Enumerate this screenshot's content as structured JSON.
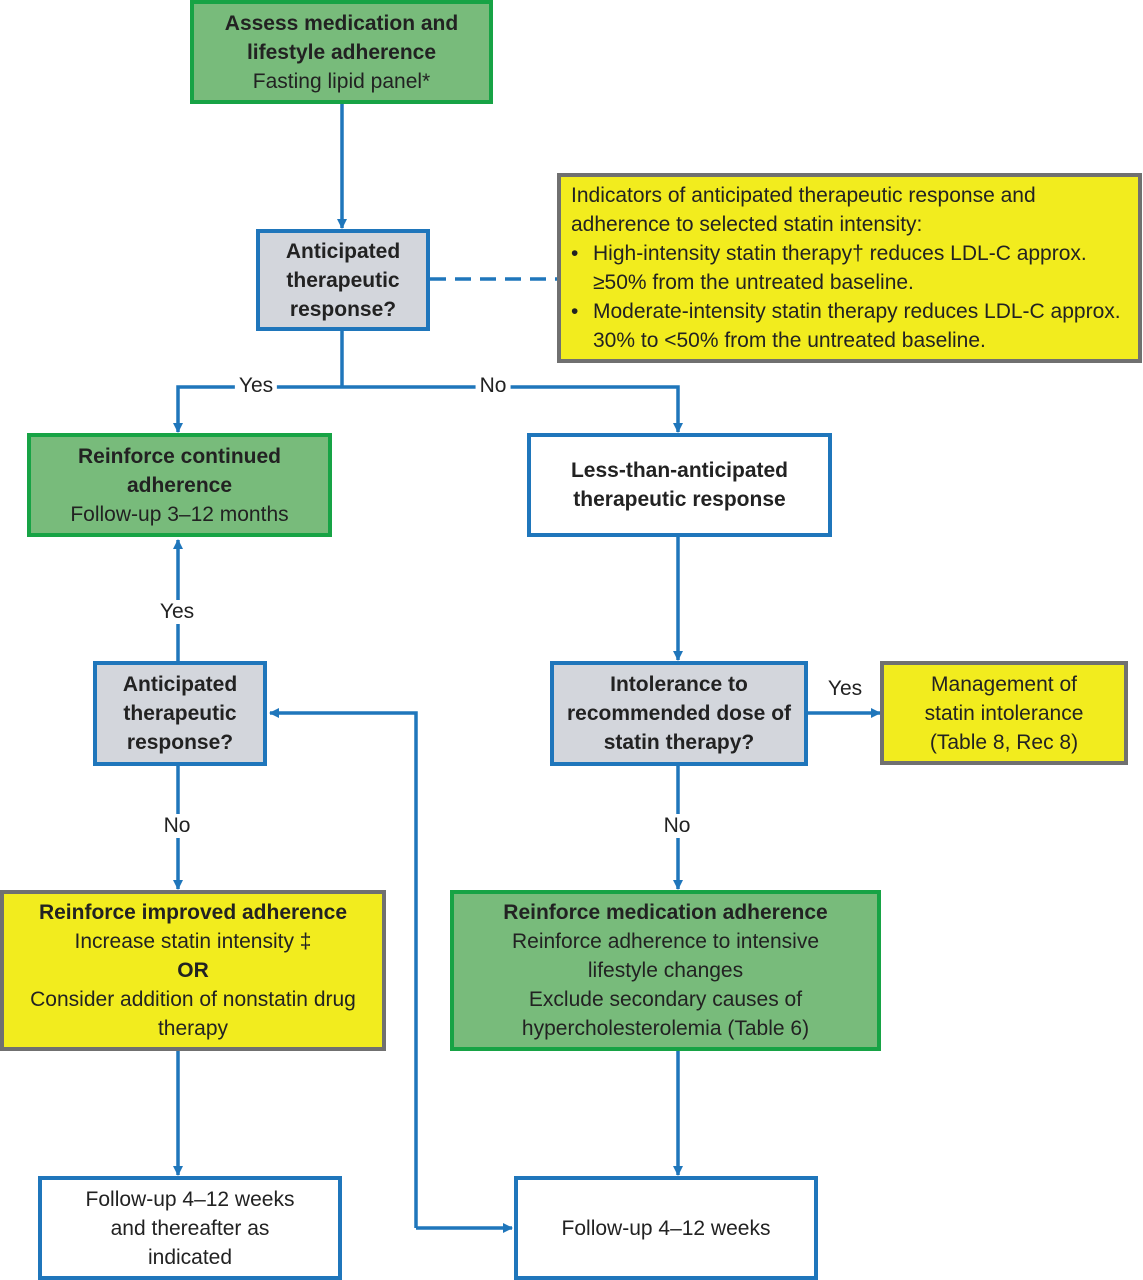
{
  "colors": {
    "arrow": "#1f76bb",
    "green_fill": "#78bb7b",
    "green_border": "#17a345",
    "yellow_fill": "#f2ec1e",
    "gray_fill": "#d3d6dc",
    "gray_border": "#707070"
  },
  "nodes": {
    "assess": {
      "title": "Assess medication and lifestyle adherence",
      "sub": "Fasting lipid panel*"
    },
    "anticipated_top": {
      "title": "Anticipated therapeutic response?"
    },
    "indicators": {
      "intro": "Indicators of anticipated therapeutic response and adherence to selected statin intensity:",
      "bullets": [
        "High-intensity statin therapy† reduces LDL-C approx. ≥50% from the untreated baseline.",
        "Moderate-intensity statin therapy reduces LDL-C approx. 30% to <50% from the untreated baseline."
      ]
    },
    "reinforce_continued": {
      "title": "Reinforce continued adherence",
      "sub": "Follow-up 3–12 months"
    },
    "less_than": {
      "title": "Less-than-anticipated therapeutic response"
    },
    "anticipated_left": {
      "title": "Anticipated therapeutic response?"
    },
    "intolerance": {
      "title": "Intolerance to recommended dose of statin therapy?"
    },
    "management": {
      "line1": "Management of",
      "line2": "statin intolerance",
      "line3": "(Table 8, Rec 8)"
    },
    "reinforce_improved": {
      "title": "Reinforce improved adherence",
      "line1": "Increase statin intensity ‡",
      "or": "OR",
      "line2": "Consider addition of nonstatin drug therapy"
    },
    "reinforce_medication": {
      "title": "Reinforce medication adherence",
      "line1": "Reinforce adherence to intensive lifestyle changes",
      "line2": "Exclude secondary causes of hypercholesterolemia (Table 6)"
    },
    "followup_left": {
      "line1": "Follow-up 4–12 weeks",
      "line2": "and thereafter as",
      "line3": "indicated"
    },
    "followup_right": {
      "text": "Follow-up 4–12 weeks"
    }
  },
  "edge_labels": {
    "top_yes": "Yes",
    "top_no": "No",
    "left_yes": "Yes",
    "left_no": "No",
    "intolerance_yes": "Yes",
    "intolerance_no": "No"
  }
}
